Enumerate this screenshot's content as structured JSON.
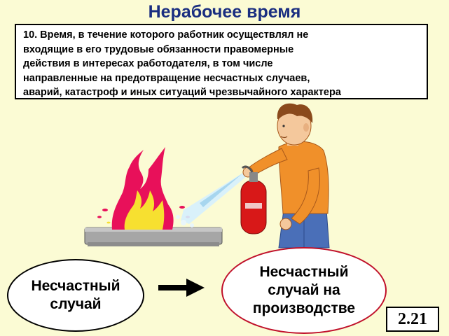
{
  "title": "Нерабочее время",
  "definition": {
    "lines": [
      "10. Время, в течение которого работник осуществлял не",
      "входящие в его трудовые обязанности правомерные",
      "действия в интересах работодателя, в том числе",
      "направленные на предотвращение несчастных случаев,",
      "аварий, катастроф и иных ситуаций чрезвычайного характера"
    ]
  },
  "left_oval": {
    "lines": [
      "Несчастный",
      "случай"
    ]
  },
  "right_oval": {
    "lines": [
      "Несчастный",
      "случай на",
      "производстве"
    ]
  },
  "slide_number": "2.21",
  "icons": {
    "illustration": "person-extinguishing-fire-illustration",
    "arrow": "arrow-right-icon"
  },
  "colors": {
    "background": "#fbfbd4",
    "title": "#1a2e80",
    "right_oval_border": "#c0102a",
    "shirt": "#f0902a",
    "jeans": "#4a6fb8",
    "flame_outer": "#e8105a",
    "flame_inner": "#f7e030",
    "extinguisher": "#d81818"
  }
}
